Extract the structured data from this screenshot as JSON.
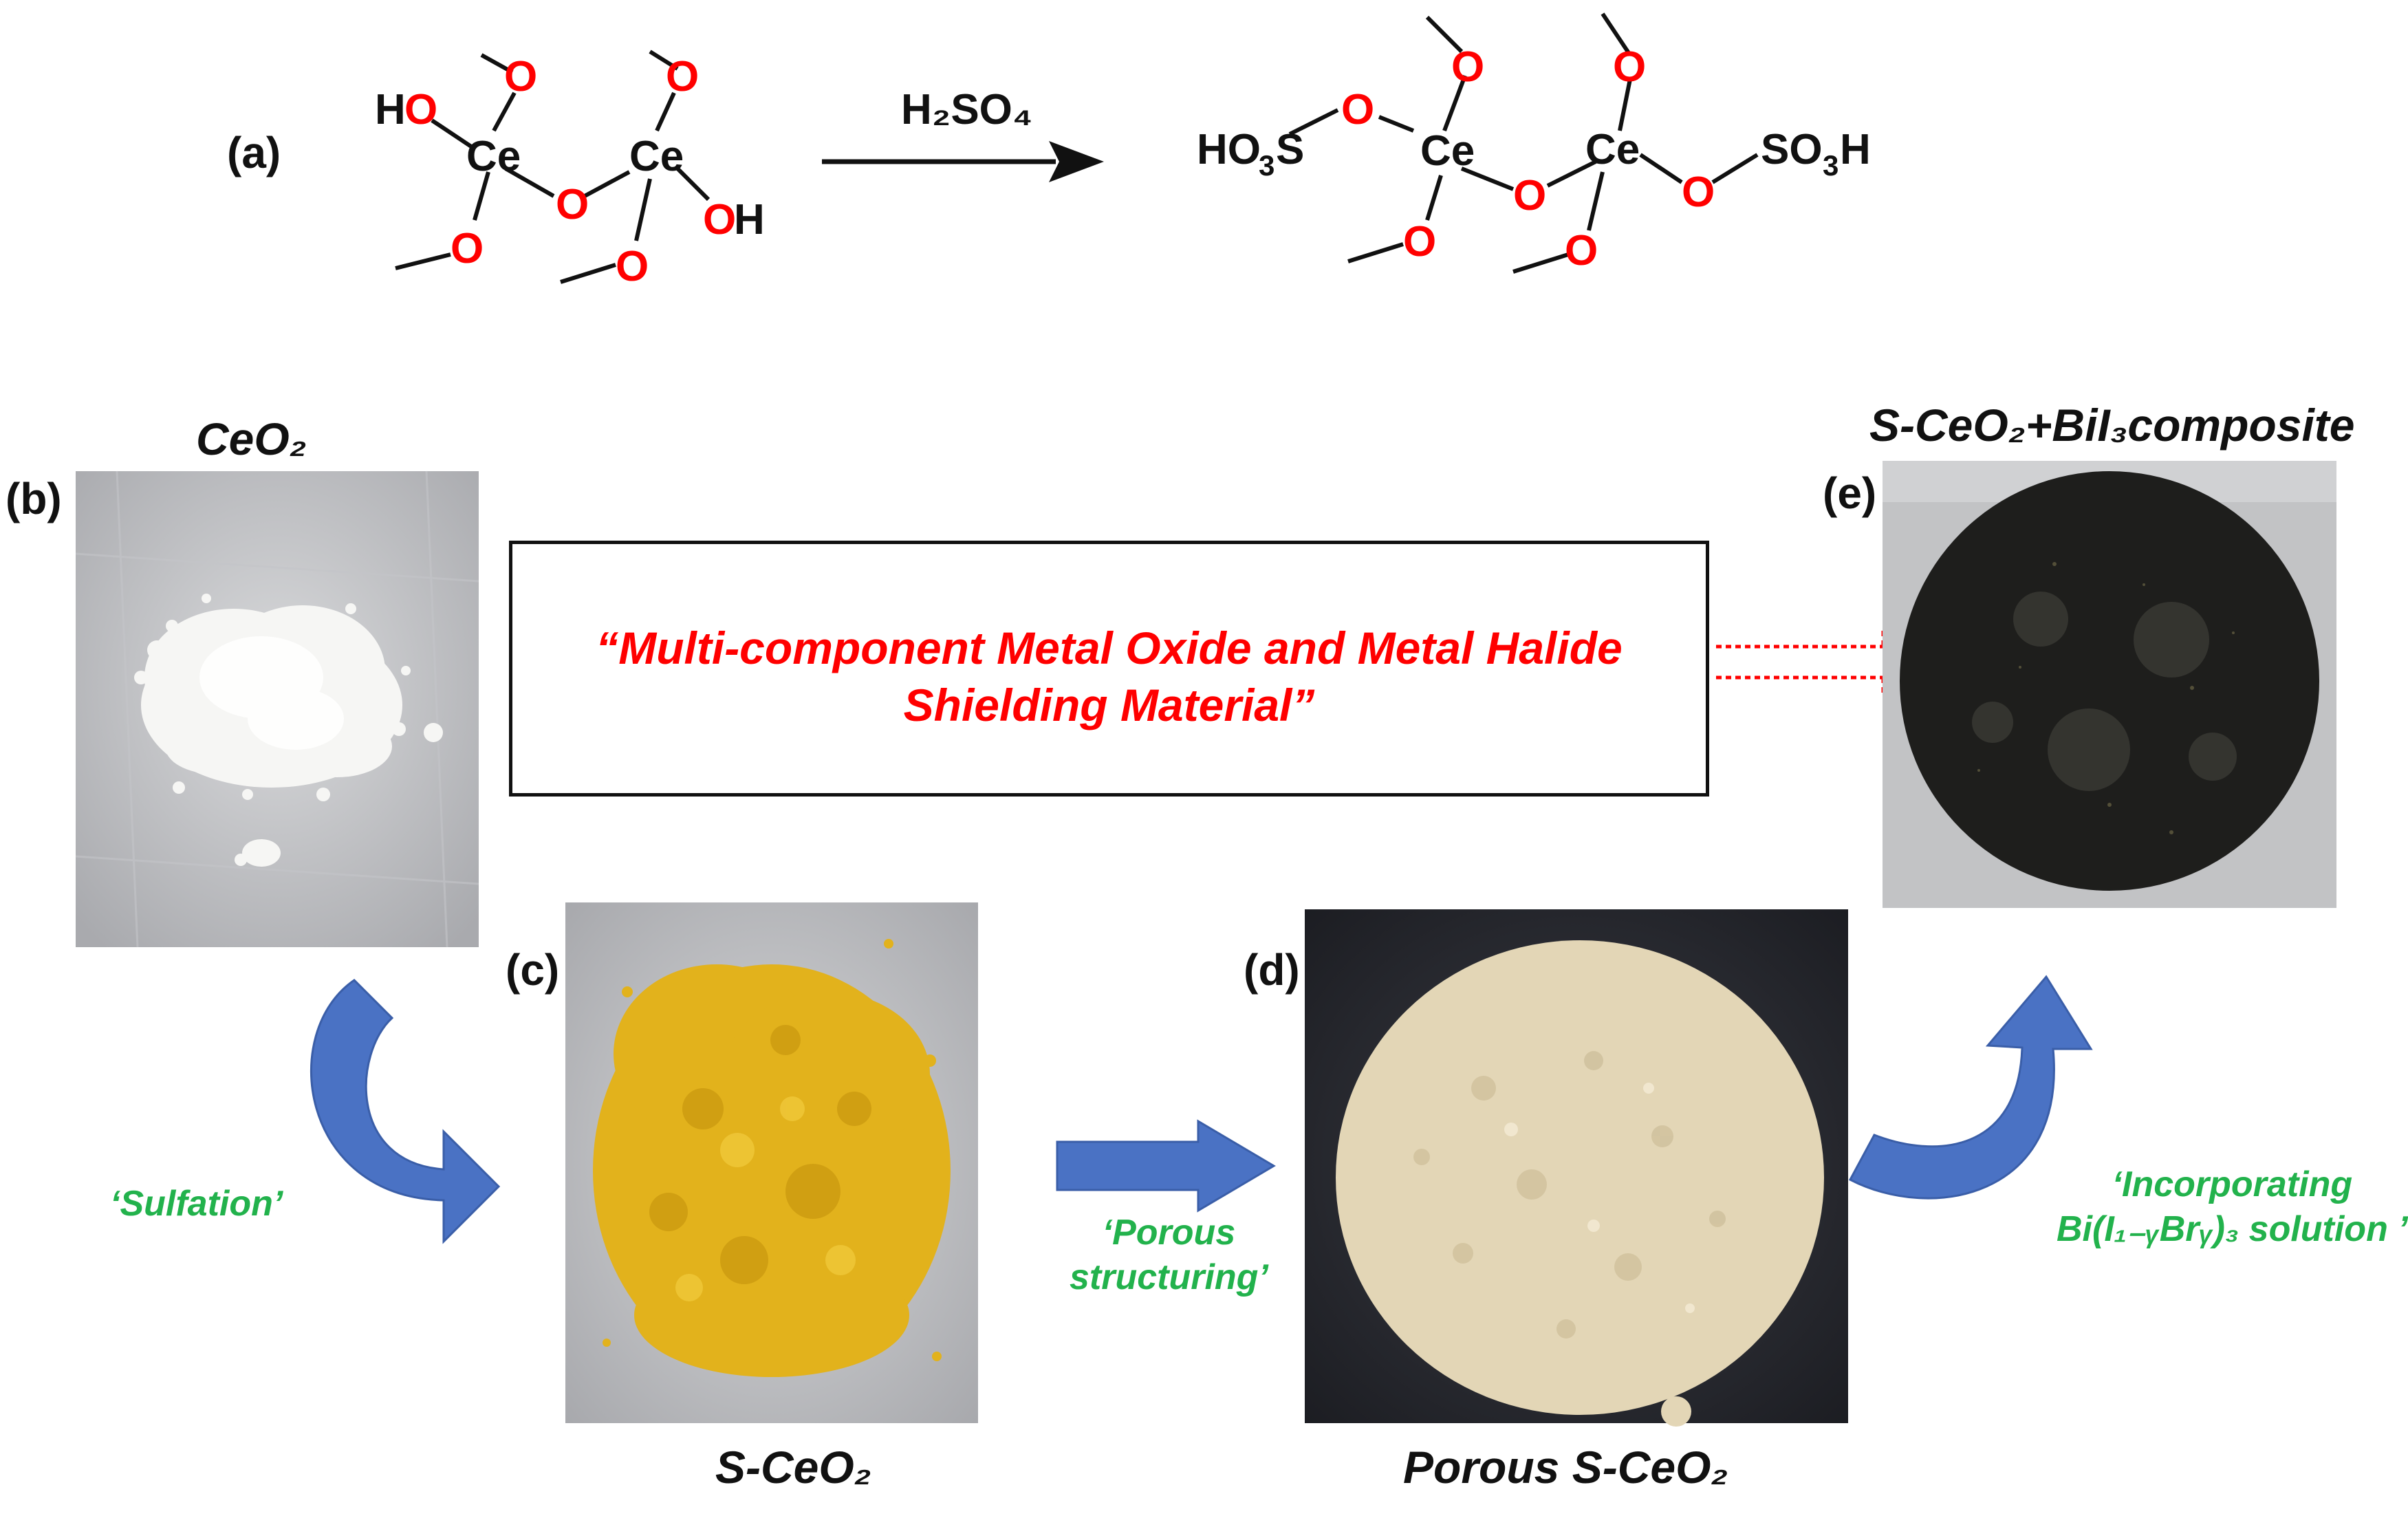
{
  "panel_a": {
    "label": "(a)",
    "reagent": "H₂SO₄",
    "atoms": {
      "ce": "Ce",
      "o": "O",
      "ho": "HO",
      "oh": "OH",
      "h": "H",
      "s": "S",
      "so": "SO",
      "ho3s_ho": "HO",
      "sub3": "3"
    }
  },
  "panel_b": {
    "label": "(b)",
    "caption": "CeO₂"
  },
  "panel_c": {
    "label": "(c)",
    "caption": "S-CeO₂"
  },
  "panel_d": {
    "label": "(d)",
    "caption": "Porous S-CeO₂"
  },
  "panel_e": {
    "label": "(e)",
    "caption": "S-CeO₂+BiI₃composite"
  },
  "concept": {
    "line1": "“Multi-component Metal Oxide and Metal Halide",
    "line2": "Shielding Material”"
  },
  "steps": {
    "sulfation": "‘Sulfation’",
    "porous_line1": "‘Porous",
    "porous_line2": "structuring’",
    "incorp_line1": "‘Incorporating",
    "incorp_line2": "Bi(I₁₋ᵧBrᵧ)₃ solution ’"
  },
  "colors": {
    "highlight_red": "#ff0000",
    "step_green": "#22b24c",
    "arrow_blue": "#4a72c4",
    "ceo2_powder": "#f4f4f2",
    "s_ceo2_powder": "#e2b21c",
    "porous_disc": "#e3d6b6",
    "composite_disc": "#1e1e1c"
  }
}
